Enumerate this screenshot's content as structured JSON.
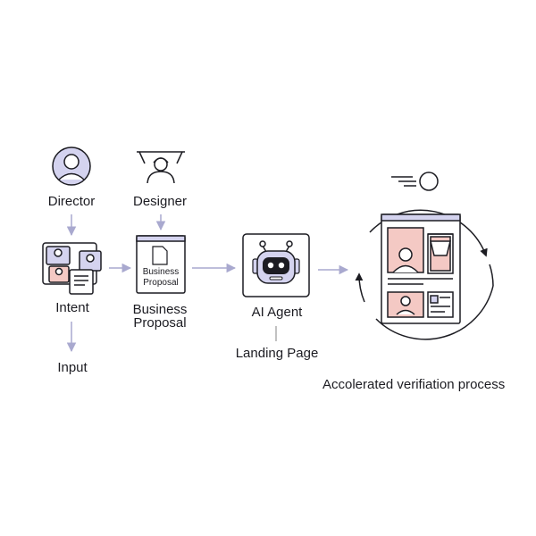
{
  "colors": {
    "stroke": "#1c1c22",
    "arrow": "#a9a9cf",
    "accent_purple": "#d4d3ef",
    "accent_pink": "#f4c9c4",
    "bg": "#ffffff"
  },
  "icons": [
    "person-icon",
    "designer-icon",
    "cards-icon",
    "document-icon",
    "robot-icon",
    "webpage-icon",
    "cycle-arrows-icon",
    "motion-ball-icon"
  ],
  "nodes": {
    "director": {
      "label": "Director"
    },
    "designer": {
      "label": "Designer"
    },
    "intent": {
      "label": "Intent"
    },
    "input": {
      "label": "Input"
    },
    "proposal": {
      "label_line1": "Business",
      "label_line2": "Proposal",
      "card_line1": "Business",
      "card_line2": "Proposal"
    },
    "agent": {
      "label": "AI Agent"
    },
    "landing": {
      "label": "Landing Page"
    },
    "process": {
      "label": "Accolerated verifiation process"
    }
  }
}
